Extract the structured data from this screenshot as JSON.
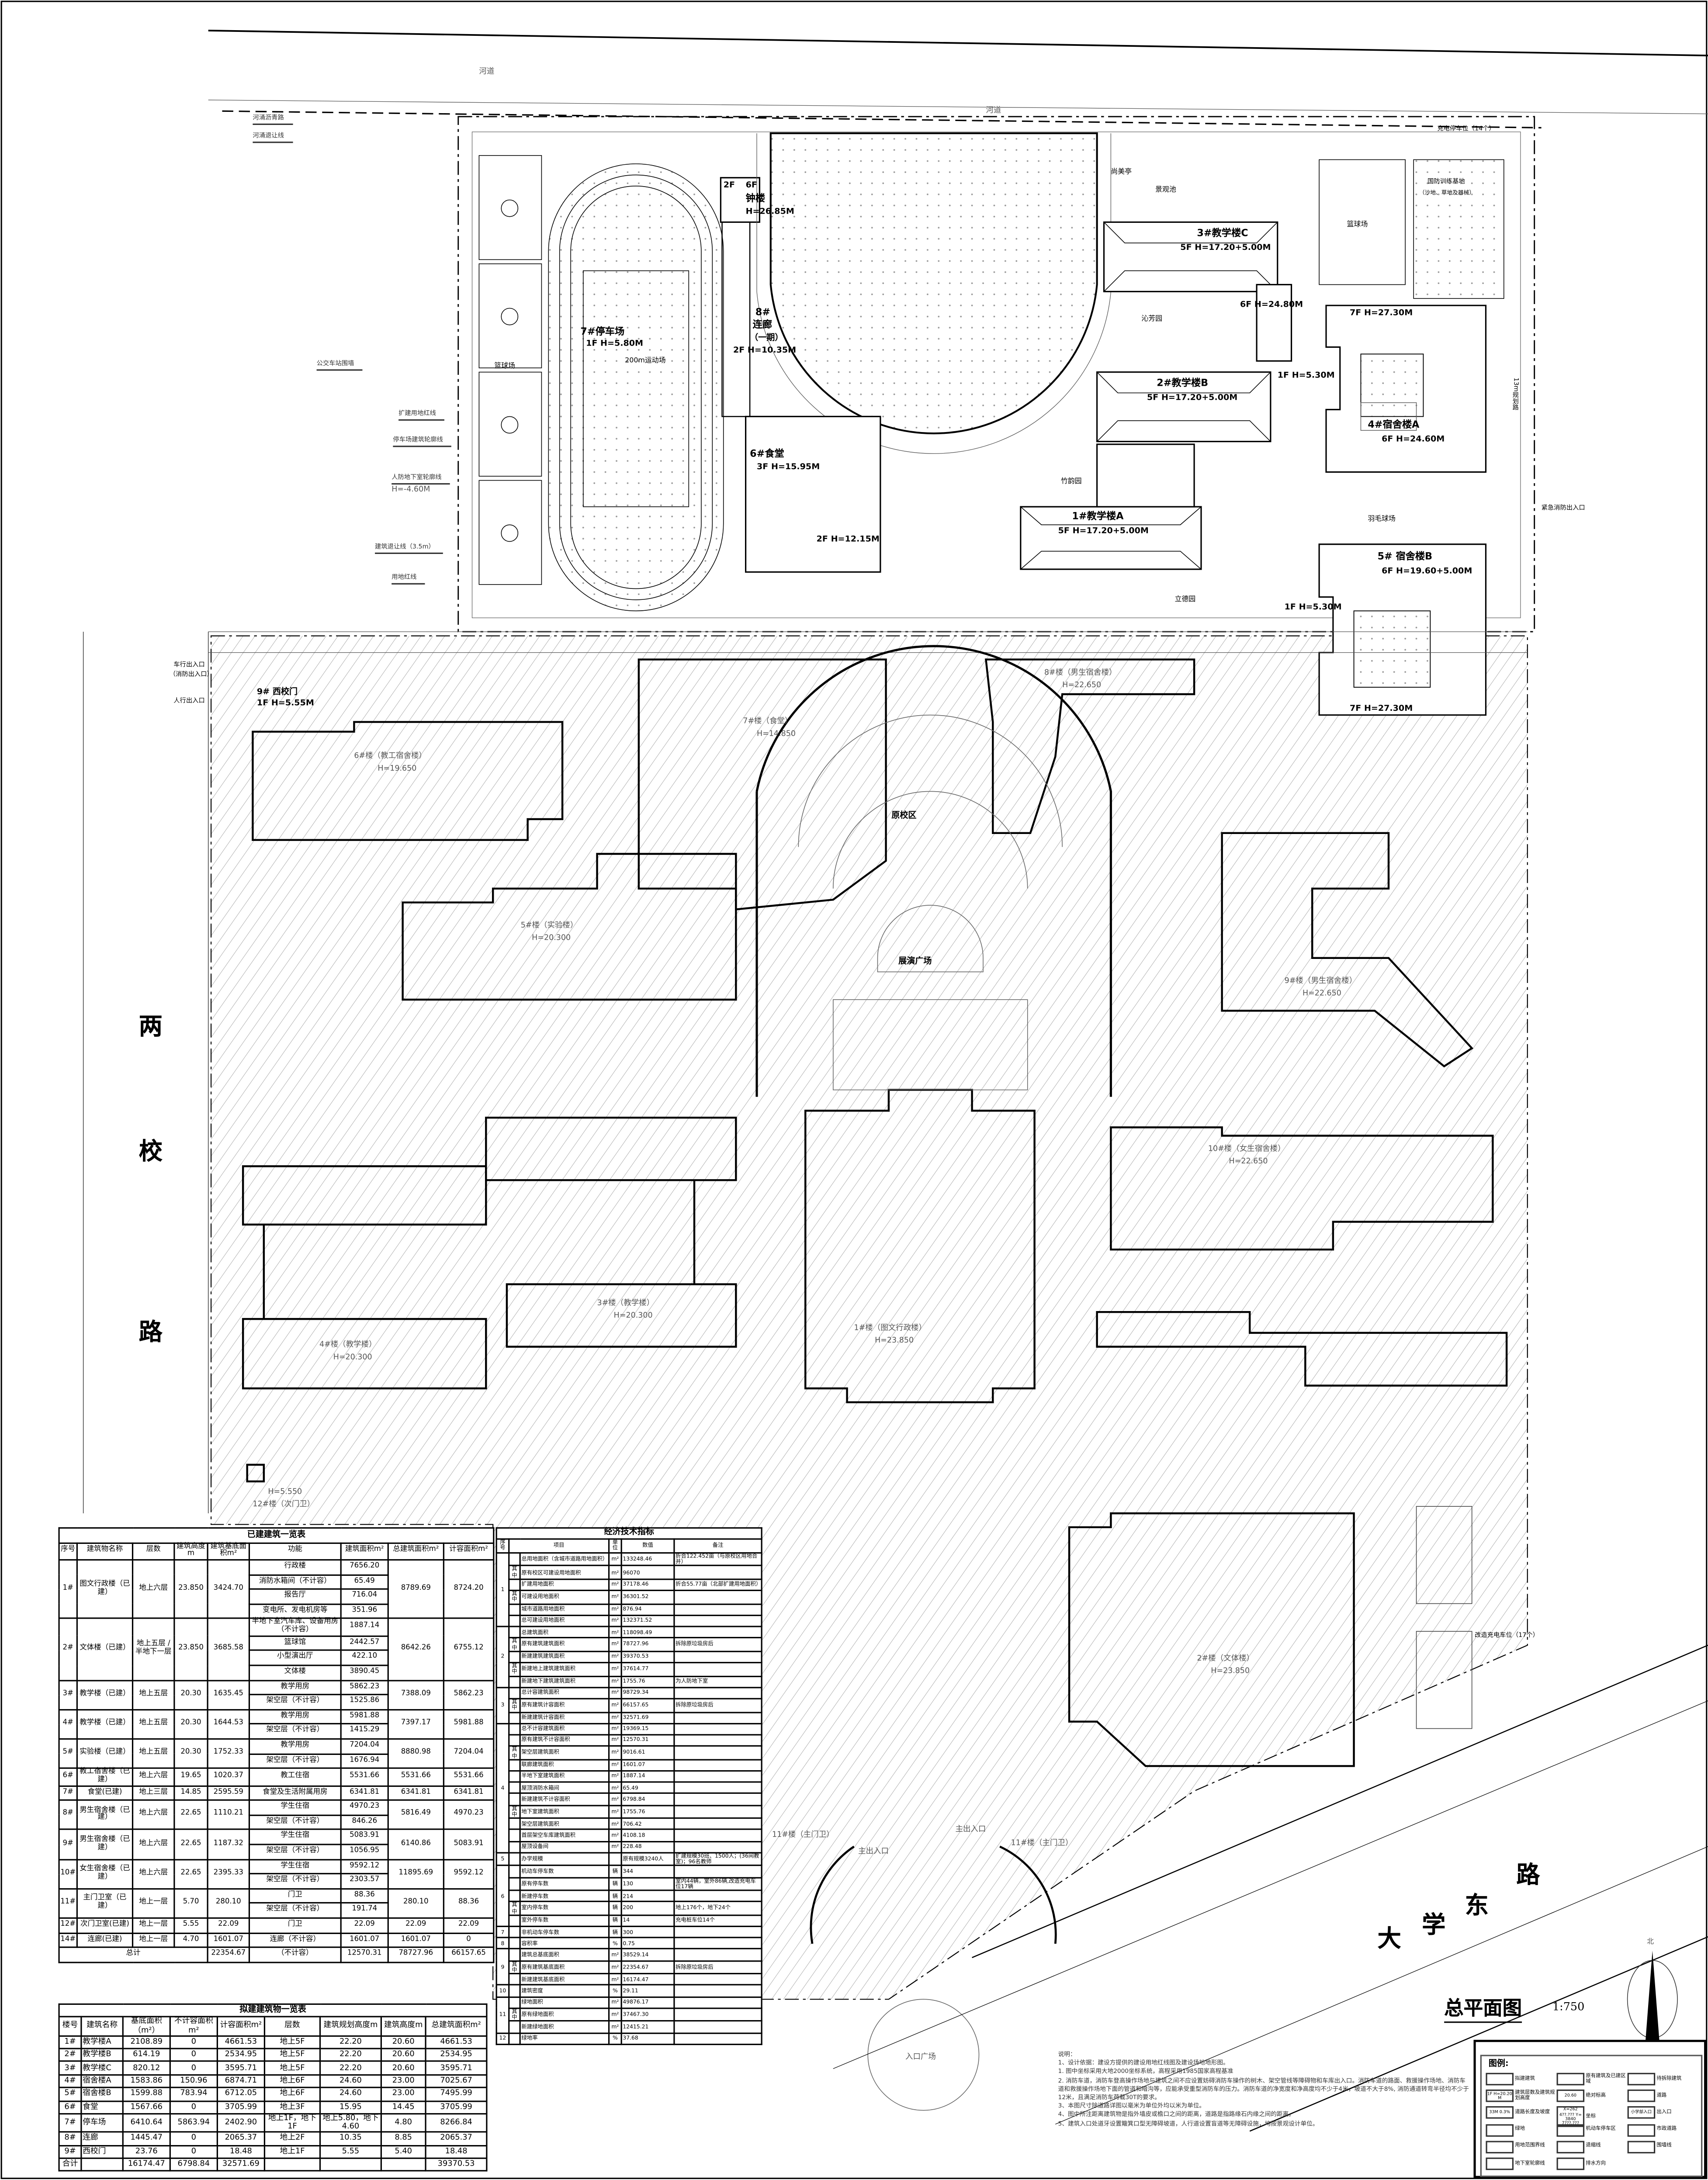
{
  "title": {
    "name": "总平面图",
    "scale": "1:750",
    "north": "北"
  },
  "roads": {
    "west": [
      "两",
      "校",
      "路"
    ],
    "south": [
      "大",
      "学",
      "东",
      "路"
    ]
  },
  "plan": {
    "river_1": "河道",
    "river_2": "河道",
    "river_road": "河涌沥青路",
    "river_setback": "河涌退让线",
    "bus_wall": "公交车站围墙",
    "expansion_redline": "扩建用地红线",
    "parking_outline": "停车场建筑轮廓线",
    "civil_defense_outline": "人防地下室轮廓线",
    "civil_defense_h": "H=-4.60M",
    "building_setback": "建筑退让线（3.5m）",
    "site_redline": "用地红线",
    "p7": "7#停车场",
    "p7_h": "1F H=5.80M",
    "field_200": "200m运动场",
    "basketball": "篮球场",
    "clock_tower": "钟楼",
    "clock_h": "H=26.85M",
    "clock_2f": "2F",
    "clock_6f": "6F",
    "corridor8": "8#",
    "corridor8_name": "连廊",
    "corridor8_phase": "（一期）",
    "corridor8_h": "2F H=10.35M",
    "p3c": "3#教学楼C",
    "p3c_h": "5F H=17.20+5.00M",
    "p2b": "2#教学楼B",
    "p2b_h": "5F H=17.20+5.00M",
    "p1a": "1#教学楼A",
    "p1a_h": "5F H=17.20+5.00M",
    "p6": "6#食堂",
    "p6_h": "3F H=15.95M",
    "p6_2f": "2F H=12.15M",
    "p4a": "4#宿舍楼A",
    "p4a_h": "6F H=24.60M",
    "p5b": "5# 宿舍楼B",
    "p5b_h": "6F H=19.60+5.00M",
    "h7f_a": "7F H=27.30M",
    "h7f_b": "7F H=27.30M",
    "h6f": "6F H=24.80M",
    "h1f_a": "1F H=5.30M",
    "h1f_b": "1F H=5.30M",
    "qinfang": "沁芳园",
    "zhuyun": "竹韵园",
    "lide": "立德园",
    "jingguan": "景观池",
    "shangmei": "尚美亭",
    "defense": "国防训练基地",
    "defense_sub": "（沙地、草地及器械）",
    "basketball_2": "篮球场",
    "badminton": "羽毛球场",
    "charging14": "充电停车位（14个）",
    "road13": "13m规划路",
    "emergency": "紧急消防出入口",
    "gate9": "9# 西校门",
    "gate9_h": "1F H=5.55M",
    "vehicle_entry": "车行出入口",
    "vehicle_entry_sub": "（消防出入口）",
    "ped_entry": "人行出入口",
    "old_campus": "原校区",
    "plaza": "展演广场",
    "o7": "7#楼（食堂）",
    "o7h": "H=14.850",
    "o6": "6#楼（教工宿舍楼）",
    "o6h": "H=19.650",
    "o5": "5#楼（实验楼）",
    "o5h": "H=20.300",
    "o8": "8#楼（男生宿舍楼）",
    "o8h": "H=22.650",
    "o9": "9#楼（男生宿舍楼）",
    "o9h": "H=22.650",
    "o10": "10#楼（女生宿舍楼）",
    "o10h": "H=22.650",
    "o1": "1#楼（图文行政楼）",
    "o1h": "H=23.850",
    "o3": "3#楼（教学楼）",
    "o3h": "H=20.300",
    "o4": "4#楼（教学楼）",
    "o4h": "H=20.300",
    "o2": "2#楼（文体楼）",
    "o2h": "H=23.850",
    "o12": "12#楼（次门卫）",
    "o12h": "H=5.550",
    "o11a": "11#楼（主门卫）",
    "o11b": "11#楼（主门卫）",
    "entry_plaza": "入口广场",
    "charging17": "改造充电车位（17个）",
    "main_entry_a": "主出入口",
    "main_entry_b": "主出入口"
  },
  "built_table": {
    "title": "已建建筑一览表",
    "headers": [
      "序号",
      "建筑物名称",
      "层数",
      "建筑高度m",
      "建筑基底面积m²",
      "功能",
      "建筑面积m²",
      "总建筑面积m²",
      "计容面积m²"
    ],
    "rows": [
      {
        "no": "1#",
        "name": "图文行政楼（已建）",
        "floors": "地上六层",
        "height": "23.850",
        "base": "3424.70",
        "funcs": [
          [
            "行政楼",
            "7656.20"
          ],
          [
            "消防水箱间（不计容）",
            "65.49"
          ],
          [
            "报告厅",
            "716.04"
          ],
          [
            "变电所、发电机房等",
            "351.96"
          ]
        ],
        "total": "8789.69",
        "far": "8724.20"
      },
      {
        "no": "2#",
        "name": "文体楼（已建）",
        "floors": "地上五层 / 半地下一层",
        "height": "23.850",
        "base": "3685.58",
        "funcs": [
          [
            "半地下室汽车库、设备用房（不计容）",
            "1887.14"
          ],
          [
            "篮球馆",
            "2442.57"
          ],
          [
            "小型演出厅",
            "422.10"
          ],
          [
            "文体楼",
            "3890.45"
          ]
        ],
        "total": "8642.26",
        "far": "6755.12"
      },
      {
        "no": "3#",
        "name": "教学楼（已建）",
        "floors": "地上五层",
        "height": "20.30",
        "base": "1635.45",
        "funcs": [
          [
            "教学用房",
            "5862.23"
          ],
          [
            "架空层（不计容）",
            "1525.86"
          ]
        ],
        "total": "7388.09",
        "far": "5862.23"
      },
      {
        "no": "4#",
        "name": "教学楼（已建）",
        "floors": "地上五层",
        "height": "20.30",
        "base": "1644.53",
        "funcs": [
          [
            "教学用房",
            "5981.88"
          ],
          [
            "架空层（不计容）",
            "1415.29"
          ]
        ],
        "total": "7397.17",
        "far": "5981.88"
      },
      {
        "no": "5#",
        "name": "实验楼（已建）",
        "floors": "地上五层",
        "height": "20.30",
        "base": "1752.33",
        "funcs": [
          [
            "教学用房",
            "7204.04"
          ],
          [
            "架空层（不计容）",
            "1676.94"
          ]
        ],
        "total": "8880.98",
        "far": "7204.04"
      },
      {
        "no": "6#",
        "name": "教工宿舍楼（已建）",
        "floors": "地上六层",
        "height": "19.65",
        "base": "1020.37",
        "funcs": [
          [
            "教工住宿",
            "5531.66"
          ]
        ],
        "total": "5531.66",
        "far": "5531.66"
      },
      {
        "no": "7#",
        "name": "食堂(已建)",
        "floors": "地上三层",
        "height": "14.85",
        "base": "2595.59",
        "funcs": [
          [
            "食堂及生活附属用房",
            "6341.81"
          ]
        ],
        "total": "6341.81",
        "far": "6341.81"
      },
      {
        "no": "8#",
        "name": "男生宿舍楼（已建）",
        "floors": "地上六层",
        "height": "22.65",
        "base": "1110.21",
        "funcs": [
          [
            "学生住宿",
            "4970.23"
          ],
          [
            "架空层（不计容）",
            "846.26"
          ]
        ],
        "total": "5816.49",
        "far": "4970.23"
      },
      {
        "no": "9#",
        "name": "男生宿舍楼（已建）",
        "floors": "地上六层",
        "height": "22.65",
        "base": "1187.32",
        "funcs": [
          [
            "学生住宿",
            "5083.91"
          ],
          [
            "架空层（不计容）",
            "1056.95"
          ]
        ],
        "total": "6140.86",
        "far": "5083.91"
      },
      {
        "no": "10#",
        "name": "女生宿舍楼（已建）",
        "floors": "地上六层",
        "height": "22.65",
        "base": "2395.33",
        "funcs": [
          [
            "学生住宿",
            "9592.12"
          ],
          [
            "架空层（不计容）",
            "2303.57"
          ]
        ],
        "total": "11895.69",
        "far": "9592.12"
      },
      {
        "no": "11#",
        "name": "主门卫室（已建）",
        "floors": "地上一层",
        "height": "5.70",
        "base": "280.10",
        "funcs": [
          [
            "门卫",
            "88.36"
          ],
          [
            "架空层（不计容）",
            "191.74"
          ]
        ],
        "total": "280.10",
        "far": "88.36"
      },
      {
        "no": "12#",
        "name": "次门卫室(已建)",
        "floors": "地上一层",
        "height": "5.55",
        "base": "22.09",
        "funcs": [
          [
            "门卫",
            "22.09"
          ]
        ],
        "total": "22.09",
        "far": "22.09"
      },
      {
        "no": "14#",
        "name": "连廊(已建)",
        "floors": "地上一层",
        "height": "4.70",
        "base": "1601.07",
        "funcs": [
          [
            "连廊（不计容）",
            "1601.07"
          ]
        ],
        "total": "1601.07",
        "far": "0"
      }
    ],
    "total": {
      "label": "总计",
      "base": "22354.67",
      "func": "（不计容）",
      "area": "12570.31",
      "total": "78727.96",
      "far": "66157.65"
    }
  },
  "econ_table": {
    "title": "经济技术指标",
    "headers": [
      "序号",
      "项目",
      "单位",
      "数值",
      "备注"
    ],
    "groups": [
      {
        "seq": "1",
        "rows": [
          {
            "sub": "",
            "item": "总用地面积（含城市道路用地面积）",
            "unit": "m²",
            "value": "133248.46",
            "note": "折合122.452亩（与原校区用地合并）"
          },
          {
            "sub": "其中",
            "item": "原有校区可建设用地面积",
            "unit": "m²",
            "value": "96070",
            "note": ""
          },
          {
            "sub": "",
            "item": "扩建用地面积",
            "unit": "m²",
            "value": "37178.46",
            "note": "折合55.77亩（北部扩建用地面积）"
          },
          {
            "sub": "其中",
            "item": "可建设用地面积",
            "unit": "m²",
            "value": "36301.52",
            "note": ""
          },
          {
            "sub": "",
            "item": "城市道路用地面积",
            "unit": "m²",
            "value": "876.94",
            "note": ""
          },
          {
            "sub": "",
            "item": "总可建设用地面积",
            "unit": "m²",
            "value": "132371.52",
            "note": ""
          }
        ]
      },
      {
        "seq": "2",
        "rows": [
          {
            "sub": "",
            "item": "总建筑面积",
            "unit": "m²",
            "value": "118098.49",
            "note": ""
          },
          {
            "sub": "其中",
            "item": "原有建筑建筑面积",
            "unit": "m²",
            "value": "78727.96",
            "note": "拆除原垃圾房后"
          },
          {
            "sub": "",
            "item": "新建建筑建筑面积",
            "unit": "m²",
            "value": "39370.53",
            "note": ""
          },
          {
            "sub": "其中",
            "item": "新建地上建筑建筑面积",
            "unit": "m²",
            "value": "37614.77",
            "note": ""
          },
          {
            "sub": "",
            "item": "新建地下建筑建筑面积",
            "unit": "m²",
            "value": "1755.76",
            "note": "为人防地下室"
          }
        ]
      },
      {
        "seq": "3",
        "rows": [
          {
            "sub": "",
            "item": "总计容建筑面积",
            "unit": "m²",
            "value": "98729.34",
            "note": ""
          },
          {
            "sub": "其中",
            "item": "原有建筑计容面积",
            "unit": "m²",
            "value": "66157.65",
            "note": "拆除原垃圾房后"
          },
          {
            "sub": "",
            "item": "新建建筑计容面积",
            "unit": "m²",
            "value": "32571.69",
            "note": ""
          }
        ]
      },
      {
        "seq": "4",
        "rows": [
          {
            "sub": "",
            "item": "总不计容建筑面积",
            "unit": "m²",
            "value": "19369.15",
            "note": ""
          },
          {
            "sub": "",
            "item": "原有建筑不计容面积",
            "unit": "m²",
            "value": "12570.31",
            "note": ""
          },
          {
            "sub": "其中",
            "item": "架空层建筑面积",
            "unit": "m²",
            "value": "9016.61",
            "note": ""
          },
          {
            "sub": "",
            "item": "联廊建筑面积",
            "unit": "m²",
            "value": "1601.07",
            "note": ""
          },
          {
            "sub": "",
            "item": "半地下室建筑面积",
            "unit": "m²",
            "value": "1887.14",
            "note": ""
          },
          {
            "sub": "",
            "item": "屋顶消防水箱间",
            "unit": "m²",
            "value": "65.49",
            "note": ""
          },
          {
            "sub": "",
            "item": "新建建筑不计容面积",
            "unit": "m²",
            "value": "6798.84",
            "note": ""
          },
          {
            "sub": "其中",
            "item": "地下室建筑面积",
            "unit": "m²",
            "value": "1755.76",
            "note": ""
          },
          {
            "sub": "",
            "item": "架空层建筑面积",
            "unit": "m²",
            "value": "706.42",
            "note": ""
          },
          {
            "sub": "",
            "item": "首层架空车库建筑面积",
            "unit": "m²",
            "value": "4108.18",
            "note": ""
          },
          {
            "sub": "",
            "item": "屋顶设备间",
            "unit": "m²",
            "value": "228.48",
            "note": ""
          }
        ]
      },
      {
        "seq": "5",
        "rows": [
          {
            "sub": "",
            "item": "办学规模",
            "unit": "",
            "value": "原有规模3240人",
            "note": "扩建规模30班、1500人；(36间教室)；96名教师"
          }
        ]
      },
      {
        "seq": "6",
        "rows": [
          {
            "sub": "",
            "item": "机动车停车数",
            "unit": "辆",
            "value": "344",
            "note": ""
          },
          {
            "sub": "",
            "item": "原有停车数",
            "unit": "辆",
            "value": "130",
            "note": "室内44辆，室外86辆,改造充电车位17辆"
          },
          {
            "sub": "",
            "item": "新建停车数",
            "unit": "辆",
            "value": "214",
            "note": ""
          },
          {
            "sub": "其中",
            "item": "室内停车数",
            "unit": "辆",
            "value": "200",
            "note": "地上176个，地下24个"
          },
          {
            "sub": "",
            "item": "室外停车数",
            "unit": "辆",
            "value": "14",
            "note": "充电桩车位14个"
          }
        ]
      },
      {
        "seq": "7",
        "rows": [
          {
            "sub": "",
            "item": "非机动车停车数",
            "unit": "辆",
            "value": "300",
            "note": ""
          }
        ]
      },
      {
        "seq": "8",
        "rows": [
          {
            "sub": "",
            "item": "容积率",
            "unit": "%",
            "value": "0.75",
            "note": ""
          }
        ]
      },
      {
        "seq": "9",
        "rows": [
          {
            "sub": "",
            "item": "建筑总基底面积",
            "unit": "m²",
            "value": "38529.14",
            "note": ""
          },
          {
            "sub": "其中",
            "item": "原有建筑基底面积",
            "unit": "m²",
            "value": "22354.67",
            "note": "拆除原垃圾房后"
          },
          {
            "sub": "",
            "item": "新建建筑基底面积",
            "unit": "m²",
            "value": "16174.47",
            "note": ""
          }
        ]
      },
      {
        "seq": "10",
        "rows": [
          {
            "sub": "",
            "item": "建筑密度",
            "unit": "%",
            "value": "29.11",
            "note": ""
          }
        ]
      },
      {
        "seq": "11",
        "rows": [
          {
            "sub": "",
            "item": "绿地面积",
            "unit": "m²",
            "value": "49876.17",
            "note": ""
          },
          {
            "sub": "其中",
            "item": "原有绿地面积",
            "unit": "m²",
            "value": "37467.30",
            "note": ""
          },
          {
            "sub": "",
            "item": "新建绿地面积",
            "unit": "m²",
            "value": "12415.21",
            "note": ""
          }
        ]
      },
      {
        "seq": "12",
        "rows": [
          {
            "sub": "",
            "item": "绿地率",
            "unit": "%",
            "value": "37.68",
            "note": ""
          }
        ]
      }
    ]
  },
  "proposed_table": {
    "title": "拟建建筑物一览表",
    "headers": [
      "楼号",
      "建筑名称",
      "基底面积（m²）",
      "不计容面积m²",
      "计容面积m²",
      "层数",
      "建筑规划高度m",
      "建筑高度m",
      "总建筑面积m²"
    ],
    "rows": [
      [
        "1#",
        "教学楼A",
        "2108.89",
        "0",
        "4661.53",
        "地上5F",
        "22.20",
        "20.60",
        "4661.53"
      ],
      [
        "2#",
        "教学楼B",
        "614.19",
        "0",
        "2534.95",
        "地上5F",
        "22.20",
        "20.60",
        "2534.95"
      ],
      [
        "3#",
        "教学楼C",
        "820.12",
        "0",
        "3595.71",
        "地上5F",
        "22.20",
        "20.60",
        "3595.71"
      ],
      [
        "4#",
        "宿舍楼A",
        "1583.86",
        "150.96",
        "6874.71",
        "地上6F",
        "24.60",
        "23.00",
        "7025.67"
      ],
      [
        "5#",
        "宿舍楼B",
        "1599.88",
        "783.94",
        "6712.05",
        "地上6F",
        "24.60",
        "23.00",
        "7495.99"
      ],
      [
        "6#",
        "食堂",
        "1567.66",
        "0",
        "3705.99",
        "地上3F",
        "15.95",
        "14.45",
        "3705.99"
      ],
      [
        "7#",
        "停车场",
        "6410.64",
        "5863.94",
        "2402.90",
        "地上1F，地下1F",
        "地上5.80，地下4.60",
        "4.80",
        "8266.84"
      ],
      [
        "8#",
        "连廊",
        "1445.47",
        "0",
        "2065.37",
        "地上2F",
        "10.35",
        "8.85",
        "2065.37"
      ],
      [
        "9#",
        "西校门",
        "23.76",
        "0",
        "18.48",
        "地上1F",
        "5.55",
        "5.40",
        "18.48"
      ],
      [
        "合计",
        "",
        "16174.47",
        "6798.84",
        "32571.69",
        "",
        "",
        "",
        "39370.53"
      ]
    ]
  },
  "notes": {
    "heading": "说明：",
    "lines": [
      "1、设计依据：建设方提供的建设用地红线图及建设场地地形图。",
      "1. 图中坐标采用大地2000坐标系统，高程采用1985国家高程基准",
      "2. 消防车道，消防车登高操作场地与建筑之间不应设置妨碍消防车操作的树木、架空管线等障碍物和车库出入口。消防车道的路面、救援操作场地、消防车道和救援操作场地下面的管道和暗沟等，应能承受重型消防车的压力。消防车道的净宽度和净高度均不少于4米，坡道不大于8%, 消防通道转弯半径均不少于12米，且满足消防车荷载30T的要求。",
      "3、本图尺寸除道路详图以毫米为单位外均以米为单位。",
      "4、图中所注距离建筑物是指外墙皮或檐口之间的距离，道路是指路缘石内缘之间的距离。",
      "5、建筑入口处道牙设置簸箕口型无障碍坡道，人行道设置盲道等无障碍设施，均按景观设计单位。"
    ]
  },
  "legend": {
    "title": "图例:",
    "items": [
      {
        "label": "拟建建筑",
        "sample": ""
      },
      {
        "label": "原有建筑及已建区域",
        "sample": ""
      },
      {
        "label": "待拆除建筑",
        "sample": ""
      },
      {
        "label": "建筑层数及建筑规划高度",
        "sample": "1F H=20.20M"
      },
      {
        "label": "绝对标高",
        "sample": "20.60"
      },
      {
        "label": "道路",
        "sample": ""
      },
      {
        "label": "道路长度及坡度",
        "sample": "33M 0.3%"
      },
      {
        "label": "坐标",
        "sample": "X=2624??.??? Y=38407???.???"
      },
      {
        "label": "出入口",
        "sample": "小学部入口"
      },
      {
        "label": "绿地",
        "sample": ""
      },
      {
        "label": "机动车停车区",
        "sample": ""
      },
      {
        "label": "市政道路",
        "sample": ""
      },
      {
        "label": "用地范围界线",
        "sample": ""
      },
      {
        "label": "退缩线",
        "sample": ""
      },
      {
        "label": "围墙线",
        "sample": ""
      },
      {
        "label": "地下室轮廓线",
        "sample": ""
      },
      {
        "label": "排水方向",
        "sample": ""
      }
    ]
  }
}
